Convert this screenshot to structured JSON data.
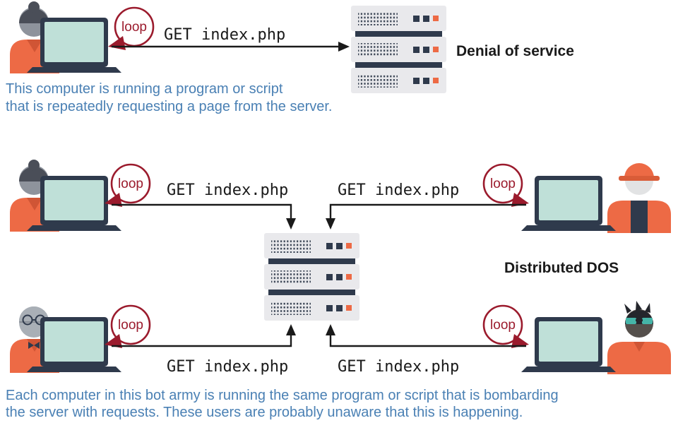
{
  "colors": {
    "accent_orange": "#ED6A45",
    "dark_navy": "#2F3A4C",
    "screen_teal": "#BFE0D8",
    "loop_red": "#9B1B2D",
    "caption_blue": "#4A80B4",
    "server_gray": "#E9E9EC",
    "text_dark": "#1A1A1A"
  },
  "dos": {
    "loop_label": "loop",
    "request_label": "GET index.php",
    "title": "Denial of service",
    "caption_line1": "This computer is running a program or script",
    "caption_line2": "that is repeatedly requesting a page from the server."
  },
  "ddos": {
    "title": "Distributed DOS",
    "caption_line1": "Each computer in this bot army is running the same program or script that is bombarding",
    "caption_line2": "the server with requests. These users are probably unaware that this is happening.",
    "computers": [
      {
        "loop_label": "loop",
        "request_label": "GET index.php"
      },
      {
        "loop_label": "loop",
        "request_label": "GET index.php"
      },
      {
        "loop_label": "loop",
        "request_label": "GET index.php"
      },
      {
        "loop_label": "loop",
        "request_label": "GET index.php"
      }
    ]
  }
}
